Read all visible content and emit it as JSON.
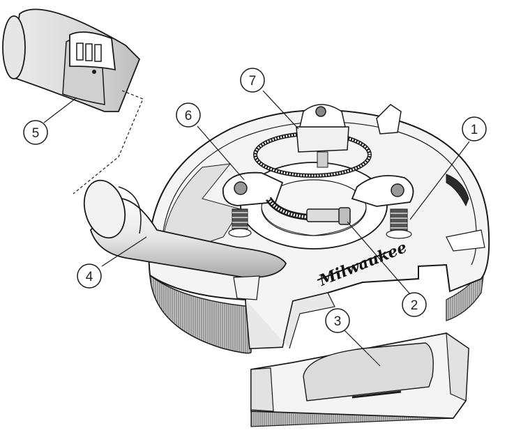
{
  "diagram": {
    "brand": "Milwaukee",
    "parts": [
      {
        "id": "part-1",
        "number": "1",
        "target": "spring-right"
      },
      {
        "id": "part-2",
        "number": "2",
        "target": "clamp-screw"
      },
      {
        "id": "part-3",
        "number": "3",
        "target": "front-cover"
      },
      {
        "id": "part-4",
        "number": "4",
        "target": "dust-port"
      },
      {
        "id": "part-5",
        "number": "5",
        "target": "hose-adapter"
      },
      {
        "id": "part-6",
        "number": "6",
        "target": "collar-bracket"
      },
      {
        "id": "part-7",
        "number": "7",
        "target": "upper-clamp"
      }
    ],
    "colors": {
      "line": "#1a1a1a",
      "fill_light": "#f2f2f2",
      "fill_mid": "#d9d9d9",
      "fill_dark": "#9a9a9a",
      "brush": "#b0b0b0"
    }
  }
}
